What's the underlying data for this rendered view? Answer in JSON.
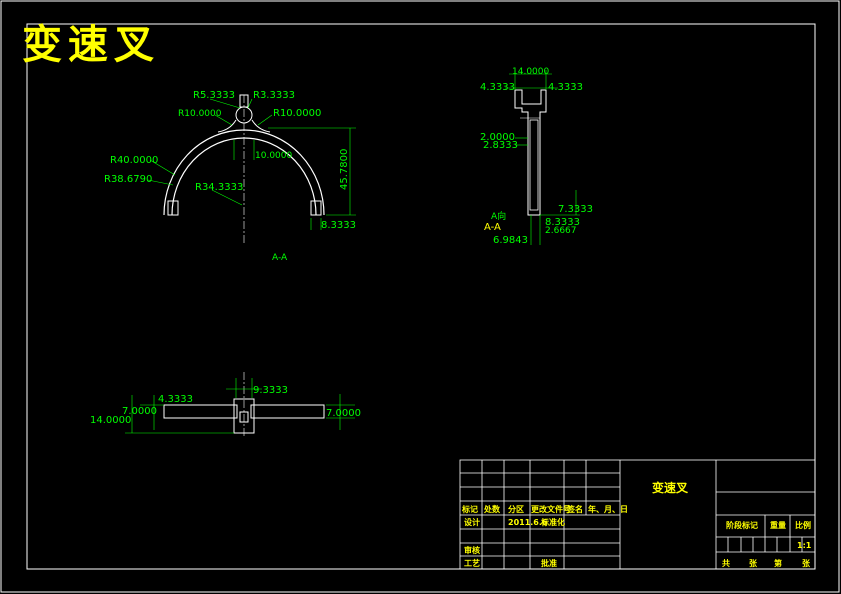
{
  "drawing_title": "变速叉",
  "section_label": "A-A",
  "section_marker": "A-A",
  "section_mark_text": "A向",
  "front_view_dims": {
    "r_top_left": "R5.3333",
    "r_top_right": "R3.3333",
    "r10_left": "R10.0000",
    "r10_right": "R10.0000",
    "r40": "R40.0000",
    "r38": "R38.6790",
    "r34": "R34.3333",
    "width_center": "10.0000",
    "height": "45.7800",
    "foot": "8.3333"
  },
  "side_view_dims": {
    "top_width": "14.0000",
    "left_offset": "4.3333",
    "right_offset": "4.3333",
    "d2": "2.0000",
    "d283": "2.8333",
    "d733": "7.3333",
    "d833": "8.3333",
    "d2667": "2.6667",
    "d698": "6.9843"
  },
  "top_view_dims": {
    "d433": "4.3333",
    "d933": "9.3333",
    "d7_left": "7.0000",
    "d14": "14.0000",
    "d7_right": "7.0000"
  },
  "title_block": {
    "part_name": "变速叉",
    "row_labels": [
      "标记",
      "处数",
      "分区",
      "更改文件号",
      "签名",
      "年、月、日"
    ],
    "design": "设计",
    "design_date": "2011.6.6",
    "standardize": "标准化",
    "check": "审核",
    "process": "工艺",
    "approve": "批准",
    "stage_mark": "阶段标记",
    "weight": "重量",
    "scale": "比例",
    "scale_value": "1:1",
    "total": "共",
    "sheet_unit": "张",
    "num": "第",
    "sheet_unit2": "张"
  }
}
